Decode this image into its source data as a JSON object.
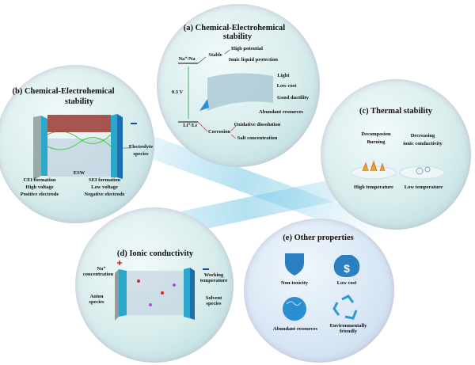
{
  "a": {
    "title": "(a)   Chemical-Electrohemical",
    "title2": "stability",
    "na": "Na⁺/Na",
    "stable": "Stable",
    "high_potential": "High potential",
    "ionic_liquid": "Ionic liquid protection",
    "voltage": "0.3 V",
    "light": "Light",
    "low_cost": "Low cost",
    "ductility": "Good ductility",
    "abundant": "Abundant resources",
    "li": "Li⁺/Li",
    "corrosion": "Corrosion",
    "oxidative": "Oxidative dissolution",
    "salt": "Salt concentration"
  },
  "b": {
    "title": "(b)   Chemical-Electrohemical",
    "title2": "stability",
    "electrolyte": "Electrolyte",
    "species": "species",
    "esw": "ESW",
    "cei": "CEI formation",
    "high_voltage": "High voltage",
    "positive": "Positive electrode",
    "sei": "SEI formation",
    "low_voltage": "Low voltage",
    "negative": "Negative electrode"
  },
  "c": {
    "title": "(c)   Thermal  stability",
    "decomp": "Decomposion",
    "burning": "Burning",
    "decreasing": "Decreasing",
    "ionic": "ionic conductivity",
    "high_temp": "High temperature",
    "low_temp": "Low temperature"
  },
  "d": {
    "title": "(d)     Ionic conductivity",
    "na": "Na⁺",
    "conc": "concentration",
    "anion": "Anion",
    "anion2": "species",
    "working": "Working",
    "temp": "temperature",
    "solvent": "Solvent",
    "solvent2": "species"
  },
  "e": {
    "title": "(e)   Other properties",
    "nontox": "Non-toxicity",
    "lowcost": "Low cost",
    "abundant": "Abundant resources",
    "env": "Environmentally",
    "env2": "friendly"
  },
  "colors": {
    "plus": "#e02020",
    "minus": "#1a4fa0",
    "electrode": "#2aa7c9",
    "shield": "#2a7fc0"
  }
}
